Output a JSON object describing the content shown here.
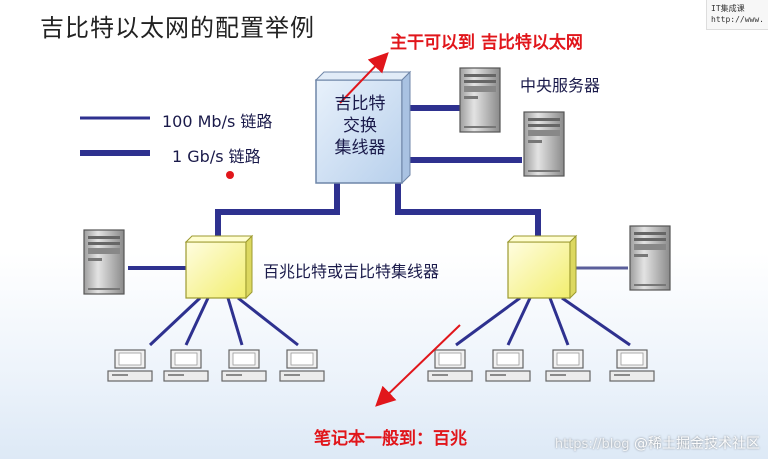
{
  "title": "吉比特以太网的配置举例",
  "corner_badge": [
    "IT集成课",
    "http://www."
  ],
  "annotations": {
    "backbone": "主干可以到 吉比特以太网",
    "laptop": "笔记本一般到：百兆"
  },
  "legend": {
    "thin_label": "100 Mb/s 链路",
    "thick_label": "1 Gb/s 链路"
  },
  "central_hub_lines": [
    "吉比特",
    "交换",
    "集线器"
  ],
  "central_servers_label": "中央服务器",
  "edge_hub_label": "百兆比特或吉比特集线器",
  "watermark": {
    "url": "https://blog",
    "brand": "@稀土掘金技术社区"
  },
  "colors": {
    "link": "#2e318f",
    "central_hub": "#cfe1f5",
    "edge_hub": "#fbf9a4",
    "annotation": "#e1161b"
  }
}
